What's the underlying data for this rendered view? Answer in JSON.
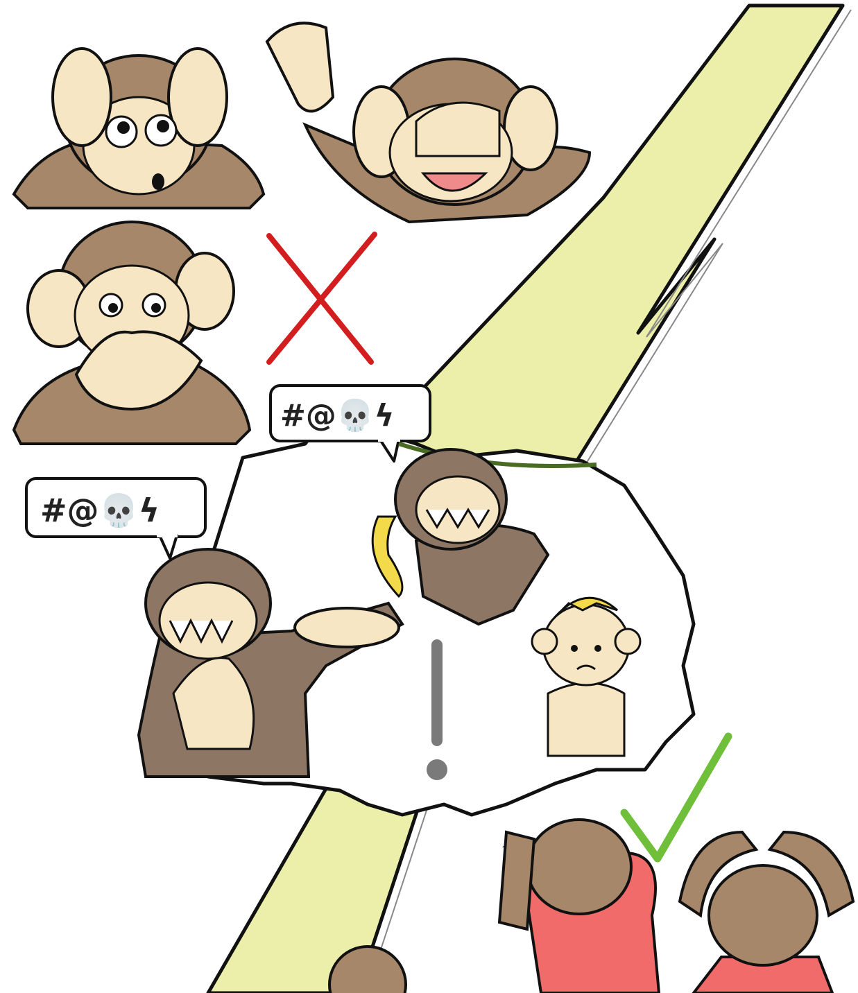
{
  "colors": {
    "fur": "#a6876a",
    "fur_dark": "#8d7664",
    "skin": "#f6e6c4",
    "bolt": "#ecefa9",
    "cross": "#d21e1e",
    "check": "#6fbf3a",
    "shirt": "#f26b6b",
    "vine": "#4a6b24",
    "banana": "#f3da4a",
    "mark": "#7a7a7a",
    "ink": "#111111"
  },
  "bubbles": {
    "left_text": "#@💀ϟ",
    "right_text": "#@💀ϟ"
  },
  "icons": [
    "red-x-icon",
    "green-check-icon",
    "exclamation-icon",
    "lightning-bolt",
    "speech-bubble-icon"
  ]
}
